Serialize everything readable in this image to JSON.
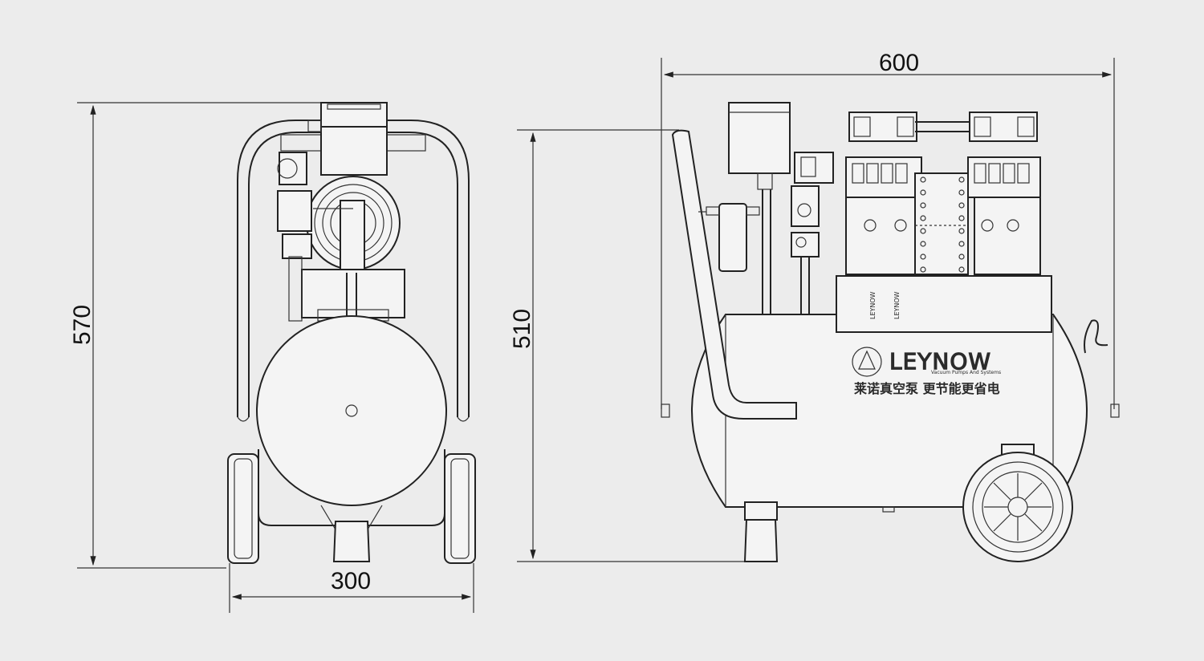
{
  "dimensions": {
    "front_height": "570",
    "front_width": "300",
    "side_width": "600",
    "side_height": "510"
  },
  "brand": {
    "name": "LEYNOW",
    "tagline": "Vacuum Pumps And Systems",
    "slogan": "莱诺真空泵 更节能更省电",
    "pump_label": "LEYNOW"
  },
  "colors": {
    "background": "#ececec",
    "line": "#222222",
    "text": "#111111"
  }
}
